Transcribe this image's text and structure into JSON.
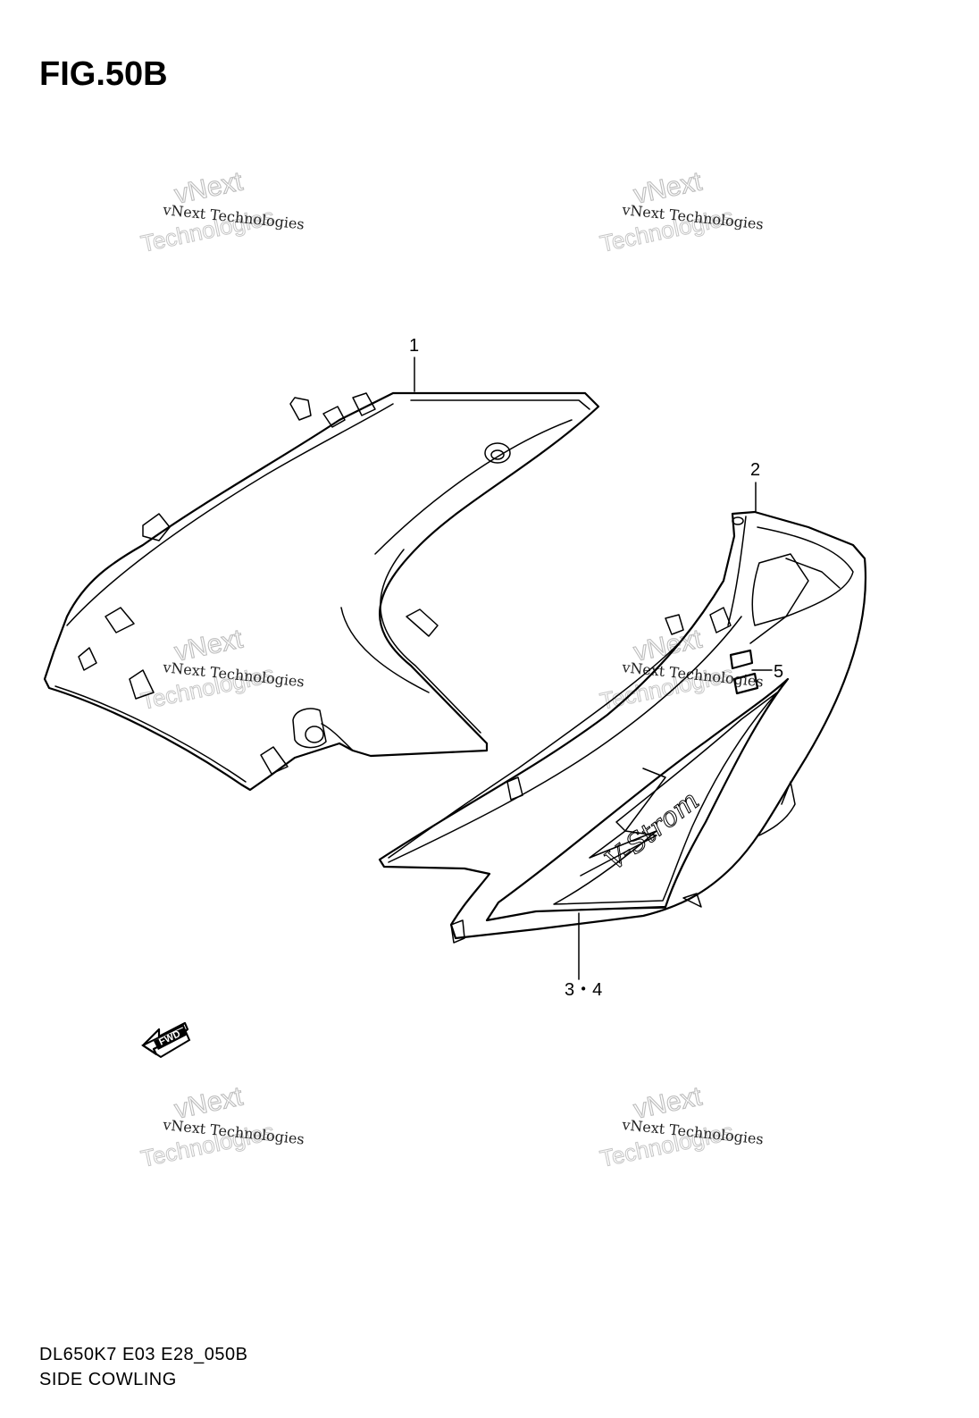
{
  "figure": {
    "title": "FIG.50B"
  },
  "footer": {
    "code": "DL650K7 E03 E28_050B",
    "name": "SIDE COWLING"
  },
  "callouts": [
    {
      "id": "1",
      "label": "1"
    },
    {
      "id": "2",
      "label": "2"
    },
    {
      "id": "3-4",
      "label": "3・4"
    },
    {
      "id": "5",
      "label": "5"
    }
  ],
  "fwd_arrow": {
    "label": "FWD",
    "icon": "fwd-arrow-icon"
  },
  "decal_text": "V-Strom",
  "watermark": {
    "line1": "vNext Technologies",
    "line2": "vNext",
    "line3": "Technologies"
  }
}
